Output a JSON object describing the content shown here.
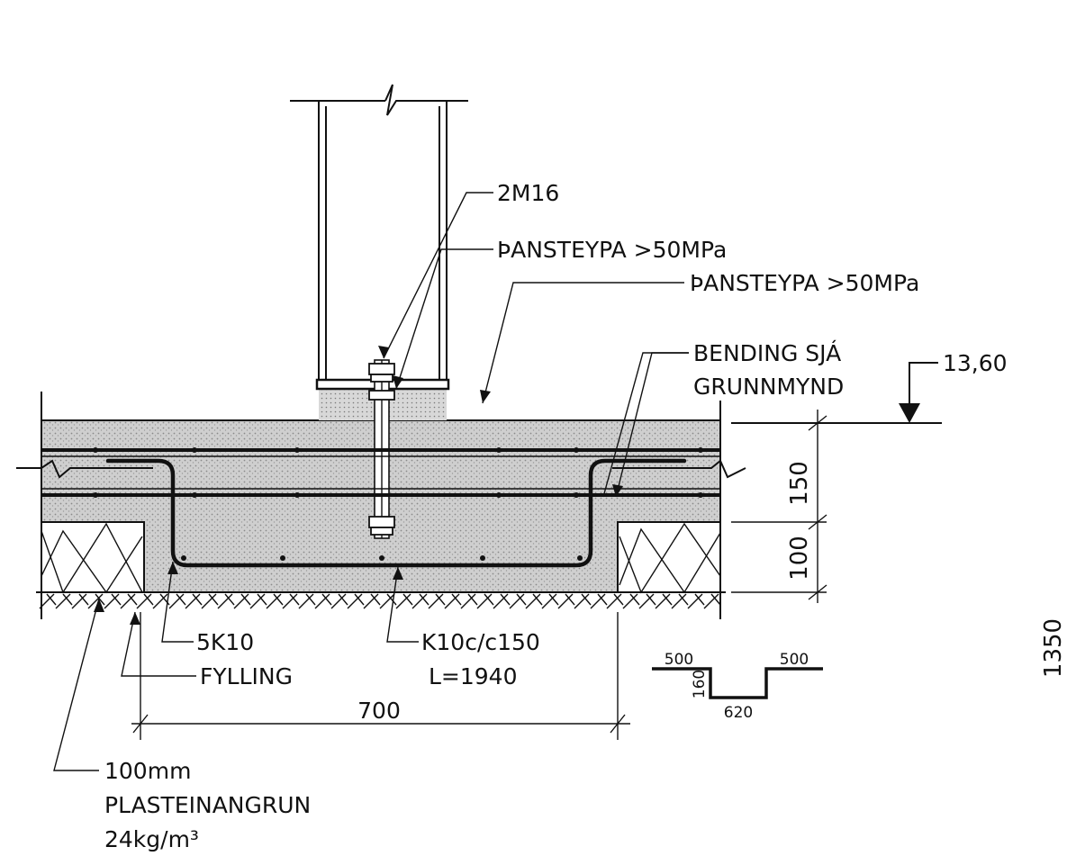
{
  "labels": {
    "bolts": "2M16",
    "grout_1": "ÞANSTEYPA >50MPa",
    "grout_2": "ÞANSTEYPA >50MPa",
    "bending_line1": "BENDING SJÁ",
    "bending_line2": "GRUNNMYND",
    "level": "13,60",
    "dim_150": "150",
    "dim_100": "100",
    "dim_1350": "1350",
    "rebar_5k10": "5K10",
    "fill": "FYLLING",
    "stirrup_line1": "K10c/c150",
    "stirrup_line2": "L=1940",
    "dim_700": "700",
    "insulation_line1": "100mm",
    "insulation_line2": "PLASTEINANGRUN",
    "insulation_line3": "24kg/m³"
  },
  "bend_schedule": {
    "left_leg": "500",
    "right_leg": "500",
    "depth": "160",
    "bottom": "620"
  },
  "colors": {
    "line": "#111111",
    "concrete_fill": "#c9c9c9",
    "background": "#ffffff"
  }
}
